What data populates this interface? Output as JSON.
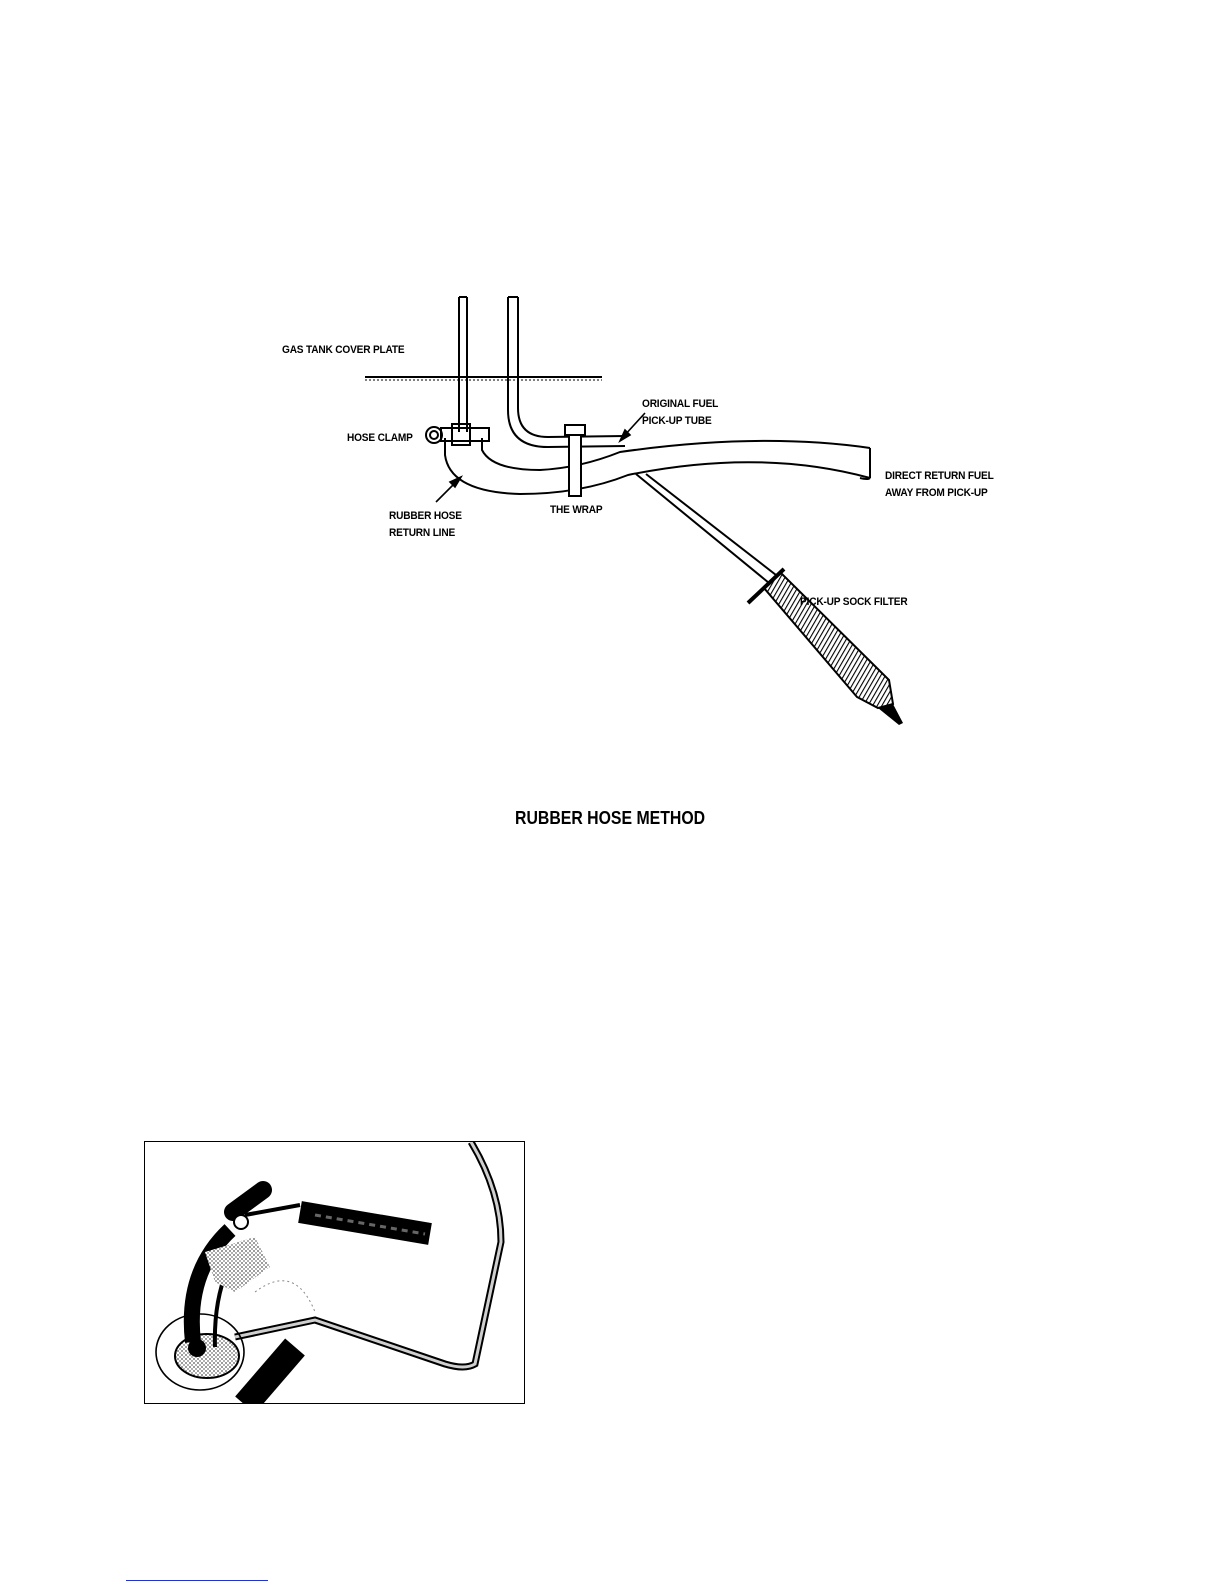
{
  "diagram": {
    "title": "RUBBER HOSE METHOD",
    "labels": {
      "cover_plate": "GAS TANK COVER PLATE",
      "hose_clamp": "HOSE CLAMP",
      "original_tube_line1": "ORIGINAL FUEL",
      "original_tube_line2": "PICK-UP TUBE",
      "return_line1": "RUBBER HOSE",
      "return_line2": "RETURN LINE",
      "wrap": "THE WRAP",
      "direct_line1": "DIRECT RETURN FUEL",
      "direct_line2": "AWAY FROM PICK-UP",
      "sock_filter": "PICK-UP SOCK FILTER"
    }
  }
}
